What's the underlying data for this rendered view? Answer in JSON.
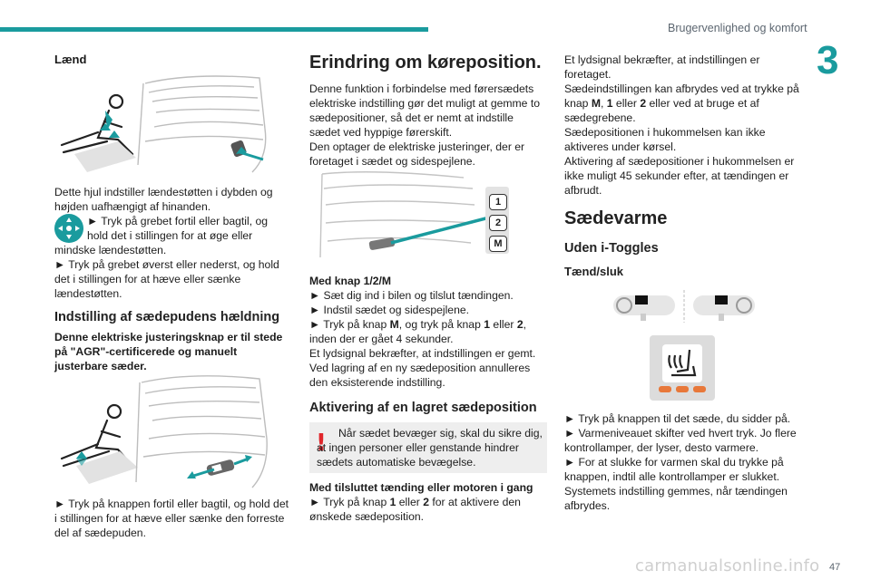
{
  "header": {
    "title": "Brugervenlighed og komfort",
    "chapter": "3",
    "page": "47"
  },
  "watermark": "carmanualsonline.info",
  "col1": {
    "heading": "Lænd",
    "p1": "Dette hjul indstiller lændestøtten i dybden og højden uafhængigt af hinanden.",
    "b1": "► Tryk på grebet fortil eller bagtil, og",
    "b1b": "hold det i stillingen for at øge eller",
    "b1c": "mindske lændestøtten.",
    "b2": "► Tryk på grebet øverst eller nederst, og hold det i stillingen for at hæve eller sænke lændestøtten.",
    "heading2": "Indstilling af sædepudens hældning",
    "p2": "Denne elektriske justeringsknap er til stede på \"AGR\"-certificerede og manuelt justerbare sæder.",
    "b3": "► Tryk på knappen fortil eller bagtil, og hold det i stillingen for at hæve eller sænke den forreste del af sædepuden."
  },
  "col2": {
    "heading": "Erindring om køreposition.",
    "p1": "Denne funktion i forbindelse med førersædets elektriske indstilling gør det muligt at gemme to sædepositioner, så det er nemt at indstille sædet ved hyppige førerskift.",
    "p2": "Den optager de elektriske justeringer, der er foretaget i sædet og sidespejlene.",
    "memory_buttons": [
      "1",
      "2",
      "M"
    ],
    "sub1": "Med knap 1/2/M",
    "b1": "► Sæt dig ind i bilen og tilslut tændingen.",
    "b2": "► Indstil sædet og sidespejlene.",
    "b3_pre": "► Tryk på knap ",
    "b3_m": "M",
    "b3_mid": ", og tryk på knap ",
    "b3_1": "1",
    "b3_or": " eller ",
    "b3_2": "2",
    "b3_post": ",",
    "b3_line2": "inden der er gået 4 sekunder.",
    "p3": "Et lydsignal bekræfter, at indstillingen er gemt.",
    "p4": "Ved lagring af en ny sædeposition annulleres den eksisterende indstilling.",
    "heading2": "Aktivering af en lagret sædeposition",
    "warn_mark": "!",
    "warn": "Når sædet bevæger sig, skal du sikre dig, at ingen personer eller genstande hindrer sædets automatiske bevægelse.",
    "sub2": "Med tilsluttet tænding eller motoren i gang",
    "b4_pre": "► Tryk på knap ",
    "b4_1": "1",
    "b4_or": " eller ",
    "b4_2": "2",
    "b4_post": " for at aktivere den",
    "b4_line2": "ønskede sædeposition."
  },
  "col3": {
    "p1": "Et lydsignal bekræfter, at indstillingen er foretaget.",
    "p2_pre": "Sædeindstillingen kan afbrydes ved at trykke på knap ",
    "p2_m": "M",
    "p2_mid": ", ",
    "p2_1": "1",
    "p2_or": " eller ",
    "p2_2": "2",
    "p2_post": " eller ved at bruge et af sædegrebene.",
    "p3": "Sædepositionen i hukommelsen kan ikke aktiveres under kørsel.",
    "p4": "Aktivering af sædepositioner i hukommelsen er ikke muligt 45 sekunder efter, at tændingen er afbrudt.",
    "heading": "Sædevarme",
    "sub": "Uden i-Toggles",
    "sub2": "Tænd/sluk",
    "b1": "► Tryk på knappen til det sæde, du sidder på.",
    "b2": "► Varmeniveauet skifter ved hvert tryk. Jo flere kontrollamper, der lyser, desto varmere.",
    "b3": "► For at slukke for varmen skal du trykke på knappen, indtil alle kontrollamper er slukket.",
    "p5": "Systemets indstilling gemmes, når tændingen afbrydes."
  },
  "colors": {
    "accent": "#1a9b9e",
    "warning": "#e0262b",
    "lamp": "#e8783a"
  }
}
